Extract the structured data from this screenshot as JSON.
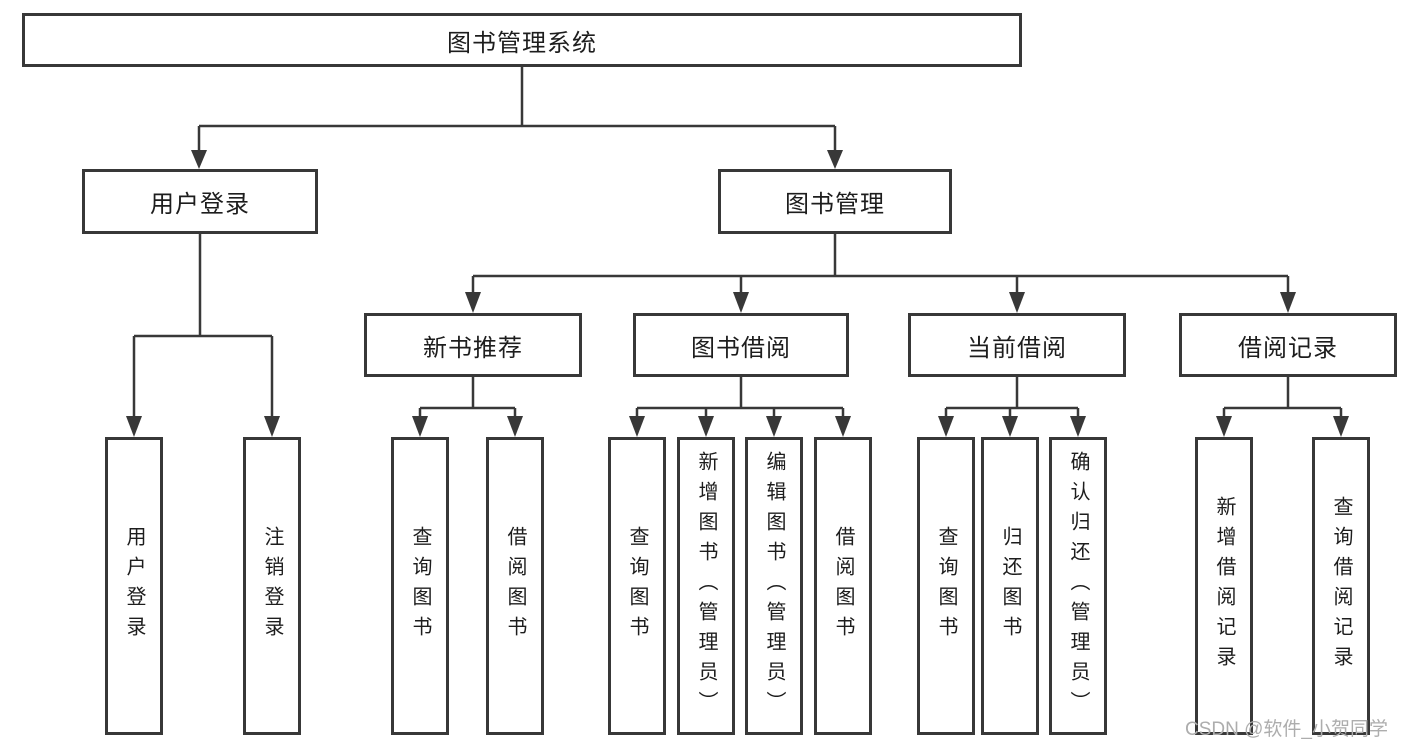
{
  "diagram": {
    "root": {
      "label": "图书管理系统"
    },
    "level2": [
      {
        "label": "用户登录"
      },
      {
        "label": "图书管理"
      }
    ],
    "level3": [
      {
        "label": "新书推荐"
      },
      {
        "label": "图书借阅"
      },
      {
        "label": "当前借阅"
      },
      {
        "label": "借阅记录"
      }
    ],
    "leaves": [
      {
        "label": "用户登录"
      },
      {
        "label": "注销登录"
      },
      {
        "label": "查询图书"
      },
      {
        "label": "借阅图书"
      },
      {
        "label": "查询图书"
      },
      {
        "label": "新增图书（管理员）"
      },
      {
        "label": "编辑图书（管理员）"
      },
      {
        "label": "借阅图书"
      },
      {
        "label": "查询图书"
      },
      {
        "label": "归还图书"
      },
      {
        "label": "确认归还（管理员）"
      },
      {
        "label": "新增借阅记录"
      },
      {
        "label": "查询借阅记录"
      }
    ]
  },
  "watermark": {
    "text": "CSDN @软件_小贺同学"
  },
  "colors": {
    "line": "#383838",
    "text": "#1d1d1d",
    "watermark": "#adadad",
    "background": "#ffffff"
  }
}
